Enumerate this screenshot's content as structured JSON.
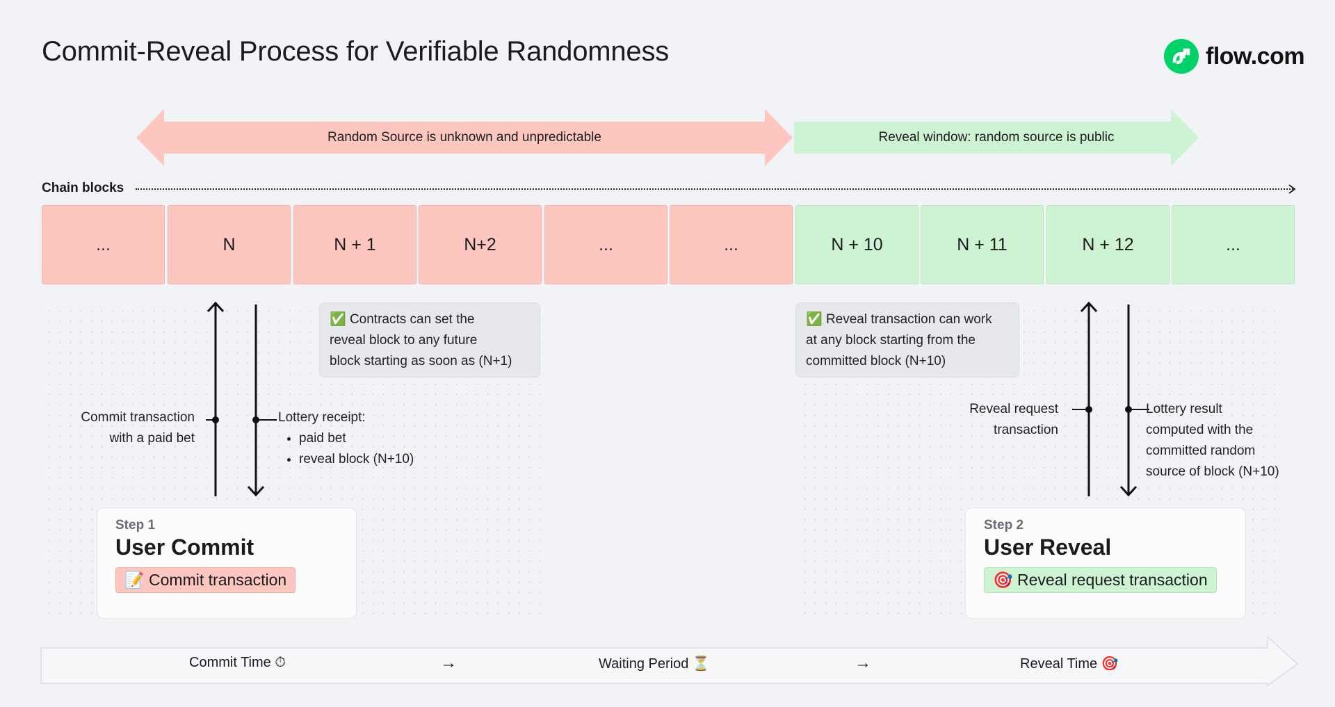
{
  "title": "Commit-Reveal Process for Verifiable Randomness",
  "logo": {
    "text": "flow.com",
    "icon": "flow-logo-icon",
    "color": "#00d26a"
  },
  "phases": {
    "unknown": {
      "label": "Random Source is unknown and unpredictable",
      "color": "#fdc7c0"
    },
    "reveal": {
      "label": "Reveal window: random source is public",
      "color": "#cdf3d3"
    }
  },
  "chain": {
    "label": "Chain blocks",
    "blocks": [
      {
        "label": "...",
        "status": "unknown"
      },
      {
        "label": "N",
        "status": "unknown"
      },
      {
        "label": "N + 1",
        "status": "unknown"
      },
      {
        "label": "N+2",
        "status": "unknown"
      },
      {
        "label": "...",
        "status": "unknown"
      },
      {
        "label": "...",
        "status": "unknown"
      },
      {
        "label": "N + 10",
        "status": "public"
      },
      {
        "label": "N + 11",
        "status": "public"
      },
      {
        "label": "N + 12",
        "status": "public"
      },
      {
        "label": "...",
        "status": "public"
      }
    ]
  },
  "annotations": {
    "commit_tx": {
      "line1": "Commit transaction",
      "line2": "with a paid bet"
    },
    "lottery_receipt": {
      "title": "Lottery receipt:",
      "items": [
        "paid bet",
        "reveal block (N+10)"
      ]
    },
    "reveal_request": {
      "line1": "Reveal request",
      "line2": "transaction"
    },
    "lottery_result": {
      "lines": [
        "Lottery result",
        "computed with the",
        "committed random",
        "source of block (N+10)"
      ]
    }
  },
  "callouts": {
    "contracts": {
      "emoji": "✅",
      "lines": [
        "Contracts can set the",
        "reveal block to any future",
        "block starting as soon as (N+1)"
      ]
    },
    "reveal_tx": {
      "emoji": "✅",
      "lines": [
        "Reveal transaction can work",
        "at any block starting from the",
        "committed block (N+10)"
      ]
    }
  },
  "steps": [
    {
      "step": "Step 1",
      "title": "User Commit",
      "emoji": "📝",
      "pill": "Commit transaction"
    },
    {
      "step": "Step 2",
      "title": "User Reveal",
      "emoji": "🎯",
      "pill": "Reveal request transaction"
    }
  ],
  "timeline": {
    "items": [
      {
        "label": "Commit Time",
        "emoji": "⏱"
      },
      {
        "label": "Waiting Period",
        "emoji": "⏳"
      },
      {
        "label": "Reveal Time",
        "emoji": "🎯"
      }
    ],
    "separator": "→"
  }
}
